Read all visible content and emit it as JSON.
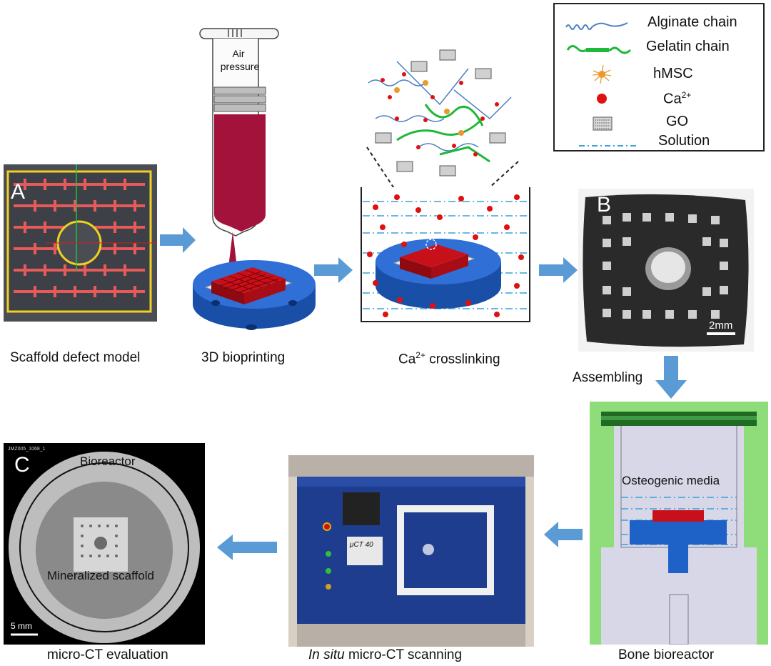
{
  "legend": {
    "items": [
      {
        "label": "Alginate chain",
        "sup": ""
      },
      {
        "label": "Gelatin chain",
        "sup": ""
      },
      {
        "label": "hMSC",
        "sup": ""
      },
      {
        "label": "Ca",
        "sup": "2+"
      },
      {
        "label": "GO",
        "sup": ""
      },
      {
        "label": "Solution",
        "sup": ""
      }
    ],
    "colors": {
      "alginate": "#4a7fc1",
      "gelatin": "#1fb83a",
      "hmsc": "#e89a2c",
      "ca": "#e01010",
      "go": "#888888",
      "solution": "#3aa0d8"
    }
  },
  "panels": {
    "a_letter": "A",
    "b_letter": "B",
    "c_letter": "C"
  },
  "syringe": {
    "label_line1": "Air",
    "label_line2": "pressure"
  },
  "captions": {
    "scaffold_model": "Scaffold defect model",
    "bioprinting": "3D bioprinting",
    "crosslinking_main": "Ca",
    "crosslinking_sup": "2+",
    "crosslinking_rest": " crosslinking",
    "assembling": "Assembling",
    "bone_bioreactor": "Bone bioreactor",
    "in_situ_italic": "In situ",
    "in_situ_rest": " micro-CT scanning",
    "micro_ct_eval": "micro-CT evaluation"
  },
  "photo_b": {
    "scale_bar": "2mm"
  },
  "bioreactor": {
    "media_label": "Osteogenic media"
  },
  "ct_machine": {
    "label": "μCT 40"
  },
  "ct_image": {
    "header": "JMZ005_1068_1",
    "bioreactor_label": "Bioreactor",
    "scaffold_label": "Mineralized scaffold",
    "scale_bar": "5 mm"
  },
  "colors": {
    "arrow": "#5b9bd5",
    "scaffold_red": "#c8101a",
    "base_blue": "#1e62c8",
    "bioreactor_green": "#8edc7a"
  }
}
